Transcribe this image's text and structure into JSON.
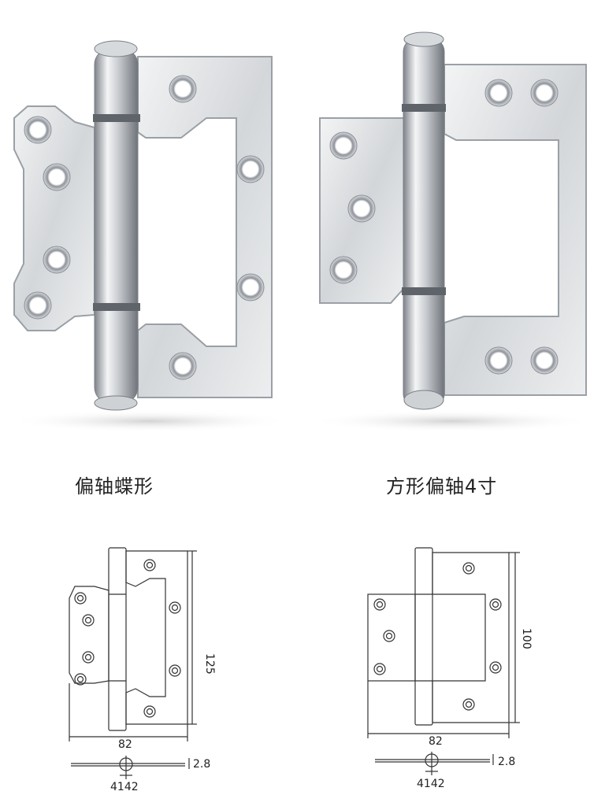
{
  "products": [
    {
      "caption": "偏轴蝶形",
      "icon": "butterfly-hinge-icon",
      "drawing": {
        "height_dim": "125",
        "width_dim": "82",
        "thickness_dim": "2.8",
        "pin_dim": "4142"
      }
    },
    {
      "caption": "方形偏轴4寸",
      "icon": "square-hinge-icon",
      "drawing": {
        "height_dim": "100",
        "width_dim": "82",
        "thickness_dim": "2.8",
        "pin_dim": "4142"
      }
    }
  ],
  "colors": {
    "steel_light": "#e8eaec",
    "steel_mid": "#c4c8cc",
    "steel_dark": "#8f949a",
    "line": "#333333"
  }
}
